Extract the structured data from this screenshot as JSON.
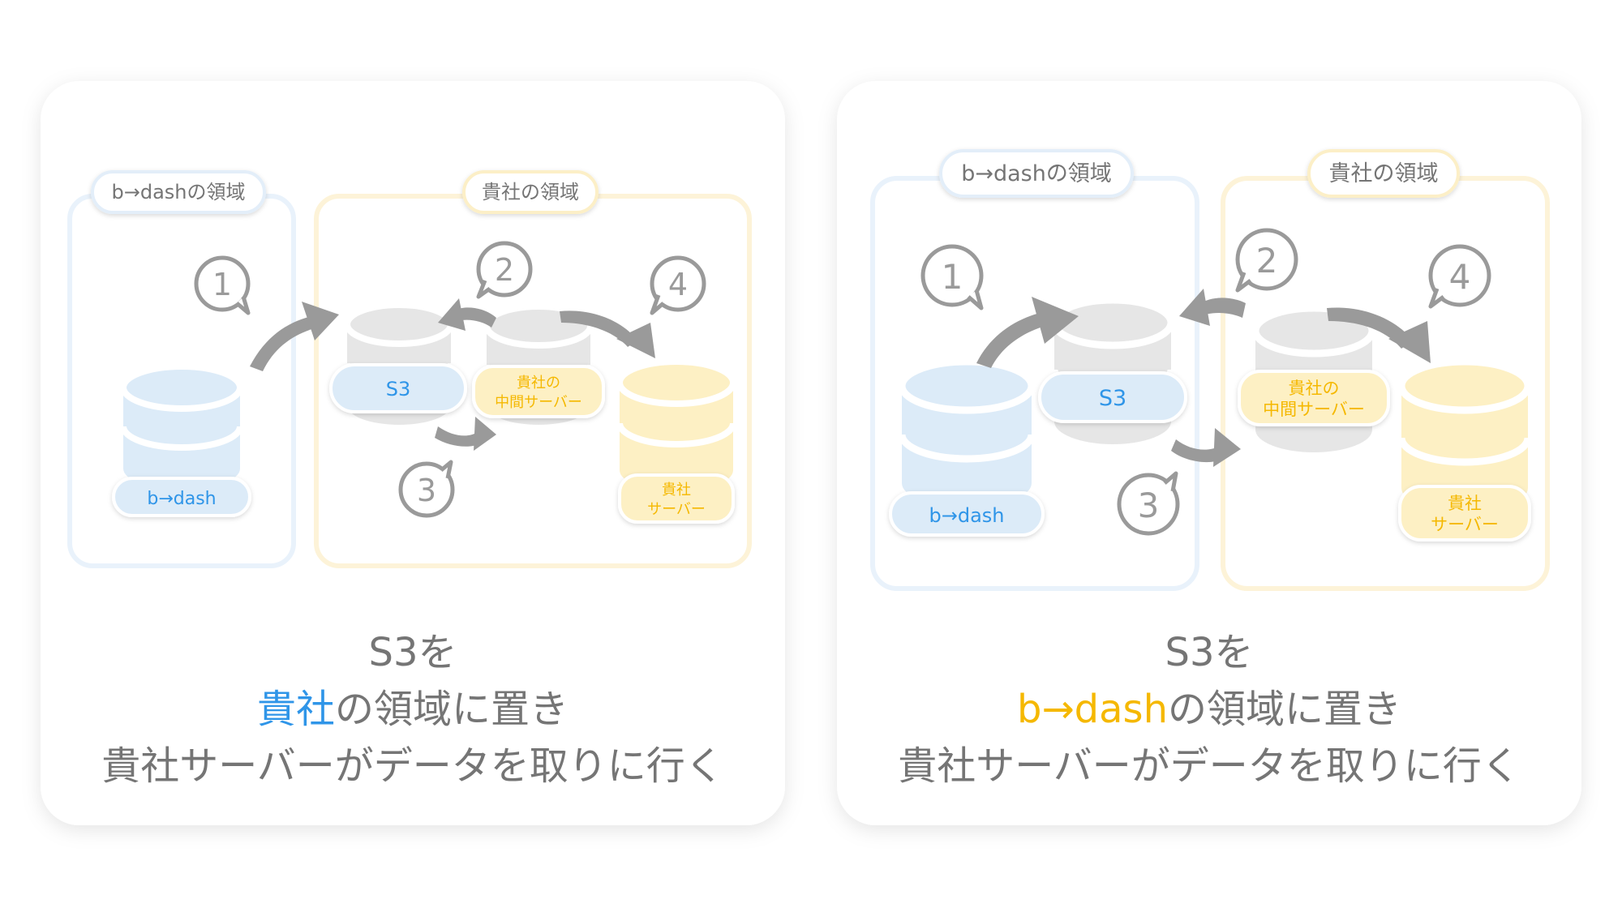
{
  "colors": {
    "blue": "#2f95e8",
    "blue_fill": "#dcebf8",
    "yellow": "#f5b800",
    "yellow_fill": "#fdf0c4",
    "gray": "#9a9a9a",
    "gray_fill": "#e6e6e6",
    "text": "#757575"
  },
  "panels": [
    {
      "zone_bdash_label": "b→dashの領域",
      "zone_client_label": "貴社の領域",
      "steps": [
        "1",
        "2",
        "3",
        "4"
      ],
      "db_bdash_label": "b→dash",
      "s3_label": "S3",
      "mid_server_label": [
        "貴社の",
        "中間サーバー"
      ],
      "client_server_label": [
        "貴社",
        "サーバー"
      ],
      "caption": {
        "line1": "S3を",
        "line2_accent": "貴社",
        "line2_rest": "の領域に置き",
        "line3": "貴社サーバーがデータを取りに行く"
      }
    },
    {
      "zone_bdash_label": "b→dashの領域",
      "zone_client_label": "貴社の領域",
      "steps": [
        "1",
        "2",
        "3",
        "4"
      ],
      "db_bdash_label": "b→dash",
      "s3_label": "S3",
      "mid_server_label": [
        "貴社の",
        "中間サーバー"
      ],
      "client_server_label": [
        "貴社",
        "サーバー"
      ],
      "caption": {
        "line1": "S3を",
        "line2_accent": "b→dash",
        "line2_rest": "の領域に置き",
        "line3": "貴社サーバーがデータを取りに行く"
      }
    }
  ]
}
